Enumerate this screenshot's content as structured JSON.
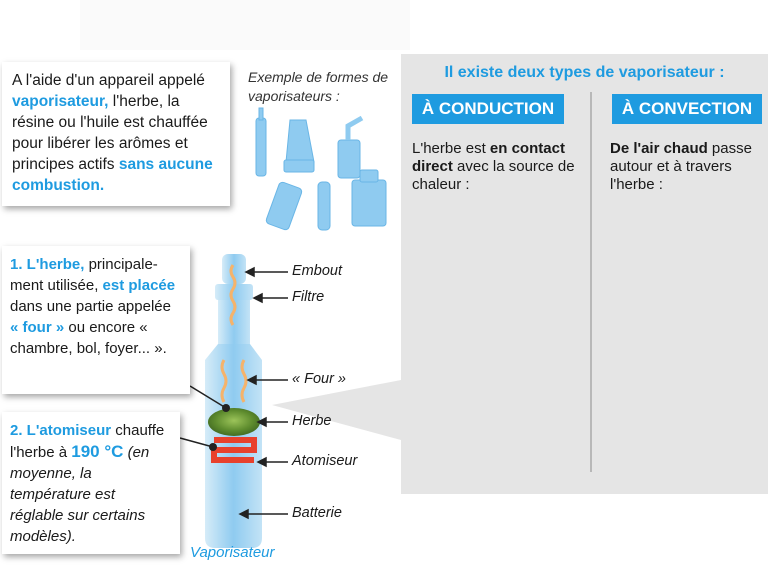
{
  "intro": {
    "t1": "A l'aide d'un appareil appelé ",
    "t2": "vaporisateur,",
    "t3": " l'herbe, la résine ou l'huile est chauffée pour libérer les arômes et principes actifs ",
    "t4": "sans aucune combustion."
  },
  "examples": {
    "caption": "Exemple de formes de vaporisateurs :"
  },
  "step1": {
    "num": "1. L'herbe,",
    "t1": " principale­ment utilisée, ",
    "t2": "est placée",
    "t3": " dans une partie appelée ",
    "t4": "« four »",
    "t5": " ou encore « chambre, bol, foyer... »."
  },
  "step2": {
    "num": "2. L'atomiseur",
    "t1": " chauffe l'herbe à ",
    "temp": "190 °C",
    "t2": " (en moyenne, la température est réglable sur certains modèles)."
  },
  "diagram_labels": {
    "embout": "Embout",
    "filtre": "Filtre",
    "four": "« Four »",
    "herbe": "Herbe",
    "atomiseur": "Atomiseur",
    "batterie": "Batterie",
    "vaporisateur": "Vaporisateur"
  },
  "right_panel": {
    "title": "Il existe deux types de vaporisateur :",
    "conduction": {
      "badge": "À CONDUCTION",
      "t1": "L'herbe est ",
      "t2": "en contact direct",
      "t3": " avec la source de chaleur :"
    },
    "convection": {
      "badge": "À CONVECTION",
      "t1": "De l'air chaud",
      "t2": " passe autour et à travers l'herbe :"
    }
  },
  "colors": {
    "accent": "#1e9be0",
    "arrow": "#f5b36b",
    "coil": "#e8412c",
    "herb": "#5e8c2e",
    "panel": "#e5e5e5"
  }
}
